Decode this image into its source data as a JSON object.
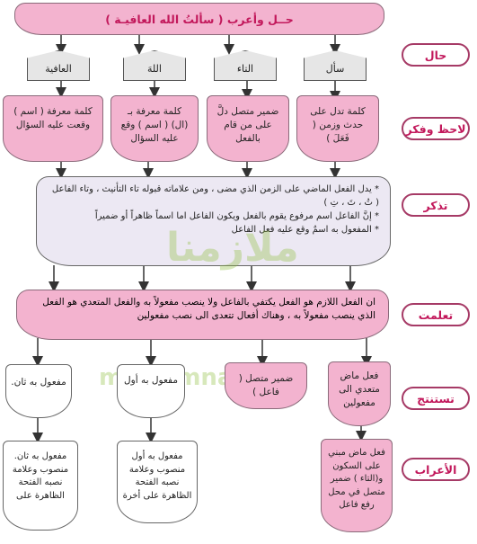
{
  "title": "حــل وأعرب ( سألتُ الله العافيـة )",
  "labels": {
    "row1": "حال",
    "row2": "لاحظ وفكر",
    "row3": "تذكر",
    "row4": "تعلمت",
    "row5": "تستنتج",
    "row6": "الأعراب"
  },
  "words": [
    "سأل",
    "التاء",
    "اللهَ",
    "العافية"
  ],
  "observe": [
    "كلمة تدل على حدث وزمن ( فَعَلَ )",
    "ضمير متصل دلَّ على من قام بالفعل",
    "كلمة معرفة بـ (ال) ( اسم ) وقع عليه السؤال",
    "كلمة معرفة ( اسم ) وقعت عليه السؤال"
  ],
  "remember": [
    "* يدل الفعل الماضي على الزمن الذي مضى ، ومن علاماته قبوله تاء التأنيث ، وتاء الفاعل ( تُ ، تَ ، تِ )",
    "* إنَّ الفاعل اسم مرفوع يقوم بالفعل ويكون الفاعل اما اسماً ظاهراً أو ضميراً",
    "* المفعول به اسمٌ وقع عليه فعل الفاعل"
  ],
  "learned": "ان الفعل اللازم هو الفعل يكتفي بالفاعل ولا ينصب مفعولاً به والفعل المتعدي هو الفعل الذي ينصب مفعولاً به ، وهناك أفعال تتعدى الى نصب مفعولين",
  "conclude": [
    "فعل ماض متعدي الى مفعولين",
    "ضمير متصل ( فاعل )",
    "مفعول به أول",
    "مفعول به ثان."
  ],
  "parse": [
    "فعل ماض مبني على السكون و(التاء ) ضمير متصل في محل رفع فاعل",
    "مفعول به أول منصوب وعلامة نصبه الفتحة الظاهرة على أخرة",
    "مفعول به ثان. منصوب وعلامة نصبه الفتحة الظاهرة على"
  ],
  "watermark": "mlazemna.com"
}
